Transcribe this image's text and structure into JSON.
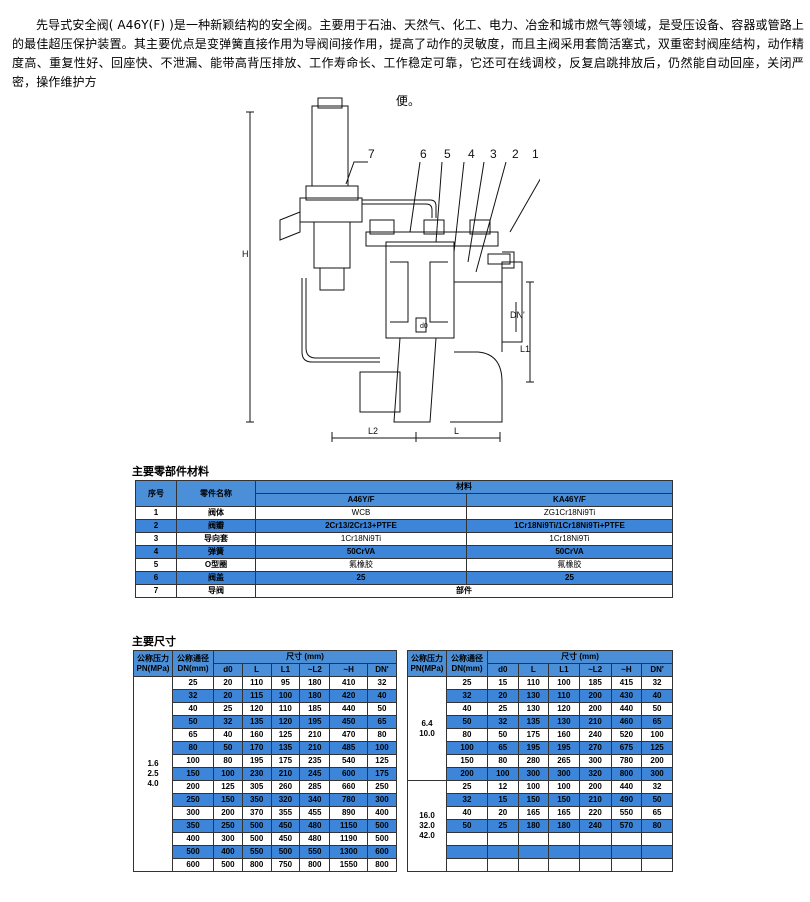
{
  "intro": {
    "text": "先导式安全阀( A46Y(F) )是一种新颖结构的安全阀。主要用于石油、天然气、化工、电力、冶金和城市燃气等领域，是受压设备、容器或管路上的最佳超压保护装置。其主要优点是变弹簧直接作用为导阀间接作用，提高了动作的灵敏度，而且主阀采用套筒活塞式，双重密封阀座结构，动作精度高、重复性好、回座快、不泄漏、能带高背压排放、工作寿命长、工作稳定可靠，它还可在线调校，反复启跳排放后，仍然能自动回座，关闭严密，操作维护方",
    "text_end": "便。"
  },
  "diagram": {
    "callouts": [
      "7",
      "6",
      "5",
      "4",
      "3",
      "2",
      "1"
    ],
    "dims": {
      "H": "H",
      "L": "L",
      "L1": "L1",
      "L2": "L2",
      "DN": "DN'",
      "d0": "d0"
    }
  },
  "materials": {
    "title": "主要零部件材料",
    "headers": {
      "no": "序号",
      "name": "零件名称",
      "material": "材料",
      "a46": "A46Y/F",
      "ka46": "KA46Y/F"
    },
    "rows": [
      {
        "no": "1",
        "name": "阀体",
        "a46": "WCB",
        "ka46": "ZG1Cr18Ni9Ti"
      },
      {
        "no": "2",
        "name": "阀瓣",
        "a46": "2Cr13/2Cr13+PTFE",
        "ka46": "1Cr18Ni9Ti/1Cr18Ni9Ti+PTFE"
      },
      {
        "no": "3",
        "name": "导向套",
        "a46": "1Cr18Ni9Ti",
        "ka46": "1Cr18Ni9Ti"
      },
      {
        "no": "4",
        "name": "弹簧",
        "a46": "50CrVA",
        "ka46": "50CrVA"
      },
      {
        "no": "5",
        "name": "O型圈",
        "a46": "氟橡胶",
        "ka46": "氟橡胶"
      },
      {
        "no": "6",
        "name": "阀盖",
        "a46": "25",
        "ka46": "25"
      },
      {
        "no": "7",
        "name": "导阀",
        "merged": "部件"
      }
    ]
  },
  "dimensions": {
    "title": "主要尺寸",
    "headers": {
      "pn": "公称压力\nPN(MPa)",
      "dn": "公称通径\nDN(mm)",
      "size": "尺寸 (mm)",
      "cols": [
        "d0",
        "L",
        "L1",
        "~L2",
        "~H",
        "DN'"
      ]
    },
    "left": {
      "pn": "1.6\n2.5\n4.0",
      "rows": [
        [
          "25",
          "20",
          "110",
          "95",
          "180",
          "410",
          "32"
        ],
        [
          "32",
          "20",
          "115",
          "100",
          "180",
          "420",
          "40"
        ],
        [
          "40",
          "25",
          "120",
          "110",
          "185",
          "440",
          "50"
        ],
        [
          "50",
          "32",
          "135",
          "120",
          "195",
          "450",
          "65"
        ],
        [
          "65",
          "40",
          "160",
          "125",
          "210",
          "470",
          "80"
        ],
        [
          "80",
          "50",
          "170",
          "135",
          "210",
          "485",
          "100"
        ],
        [
          "100",
          "80",
          "195",
          "175",
          "235",
          "540",
          "125"
        ],
        [
          "150",
          "100",
          "230",
          "210",
          "245",
          "600",
          "175"
        ],
        [
          "200",
          "125",
          "305",
          "260",
          "285",
          "660",
          "250"
        ],
        [
          "250",
          "150",
          "350",
          "320",
          "340",
          "780",
          "300"
        ],
        [
          "300",
          "200",
          "370",
          "355",
          "455",
          "890",
          "400"
        ],
        [
          "350",
          "250",
          "500",
          "450",
          "480",
          "1150",
          "500"
        ],
        [
          "400",
          "300",
          "500",
          "450",
          "480",
          "1190",
          "500"
        ],
        [
          "500",
          "400",
          "550",
          "500",
          "550",
          "1300",
          "600"
        ],
        [
          "600",
          "500",
          "800",
          "750",
          "800",
          "1550",
          "800"
        ]
      ]
    },
    "right": {
      "pn1": "6.4\n10.0",
      "rows1": [
        [
          "25",
          "15",
          "110",
          "100",
          "185",
          "415",
          "32"
        ],
        [
          "32",
          "20",
          "130",
          "110",
          "200",
          "430",
          "40"
        ],
        [
          "40",
          "25",
          "130",
          "120",
          "200",
          "440",
          "50"
        ],
        [
          "50",
          "32",
          "135",
          "130",
          "210",
          "460",
          "65"
        ],
        [
          "80",
          "50",
          "175",
          "160",
          "240",
          "520",
          "100"
        ],
        [
          "100",
          "65",
          "195",
          "195",
          "270",
          "675",
          "125"
        ],
        [
          "150",
          "80",
          "280",
          "265",
          "300",
          "780",
          "200"
        ],
        [
          "200",
          "100",
          "300",
          "300",
          "320",
          "800",
          "300"
        ]
      ],
      "pn2": "16.0\n32.0\n42.0",
      "rows2": [
        [
          "25",
          "12",
          "100",
          "100",
          "200",
          "440",
          "32"
        ],
        [
          "32",
          "15",
          "150",
          "150",
          "210",
          "490",
          "50"
        ],
        [
          "40",
          "20",
          "165",
          "165",
          "220",
          "550",
          "65"
        ],
        [
          "50",
          "25",
          "180",
          "180",
          "240",
          "570",
          "80"
        ],
        [
          "",
          "",
          "",
          "",
          "",
          "",
          ""
        ],
        [
          "",
          "",
          "",
          "",
          "",
          "",
          ""
        ],
        [
          "",
          "",
          "",
          "",
          "",
          "",
          ""
        ]
      ]
    }
  }
}
